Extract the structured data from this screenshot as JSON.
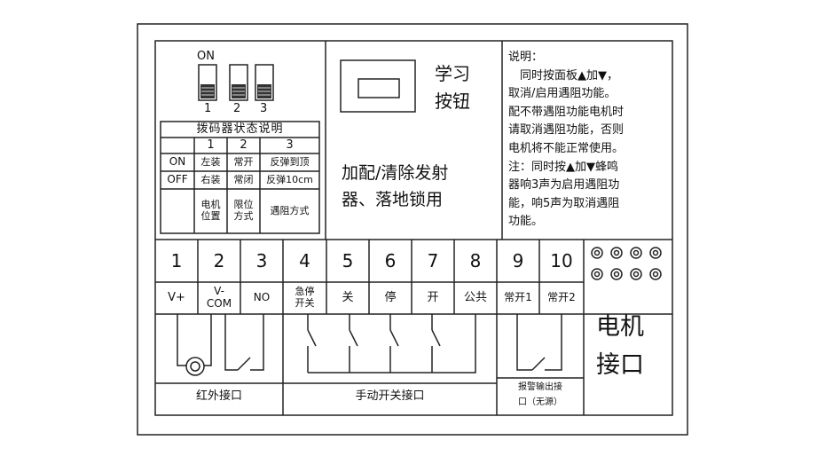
{
  "dip": {
    "on_label": "ON",
    "switch_numbers": [
      "1",
      "2",
      "3"
    ]
  },
  "dip_table": {
    "title": "拨码器状态说明",
    "header": [
      "1",
      "2",
      "3"
    ],
    "rows": [
      {
        "label": "ON",
        "cells": [
          "左装",
          "常开",
          "反弹到顶"
        ]
      },
      {
        "label": "OFF",
        "cells": [
          "右装",
          "常闭",
          "反弹10cm"
        ]
      },
      {
        "label": "",
        "cells": [
          "电机\n位置",
          "限位\n方式",
          "遇阻方式"
        ]
      }
    ]
  },
  "learn": {
    "title_line1": "学习",
    "title_line2": "按钮",
    "desc_line1": "加配/清除发射",
    "desc_line2": "器、落地锁用"
  },
  "notes": {
    "lines": [
      "说明：",
      "　同时按面板▲加▼，",
      "取消/启用遇阻功能。",
      "配不带遇阻功能电机时",
      "请取消遇阻功能，否则",
      "电机将不能正常使用。",
      "注：同时按▲加▼蜂鸣",
      "器响3声为启用遇阻功",
      "能，响5声为取消遇阻",
      "功能。"
    ]
  },
  "terminals": {
    "numbers": [
      "1",
      "2",
      "3",
      "4",
      "5",
      "6",
      "7",
      "8",
      "9",
      "10"
    ],
    "labels": [
      "V+",
      "V-\nCOM",
      "NO",
      "急停\n开关",
      "关",
      "停",
      "开",
      "公共",
      "常开1",
      "常开2"
    ]
  },
  "groups": {
    "infrared": "红外接口",
    "manual": "手动开关接口",
    "alarm_line1": "报警输出接",
    "alarm_line2": "口（无源）"
  },
  "motor": {
    "line1": "电机",
    "line2": "接口"
  }
}
